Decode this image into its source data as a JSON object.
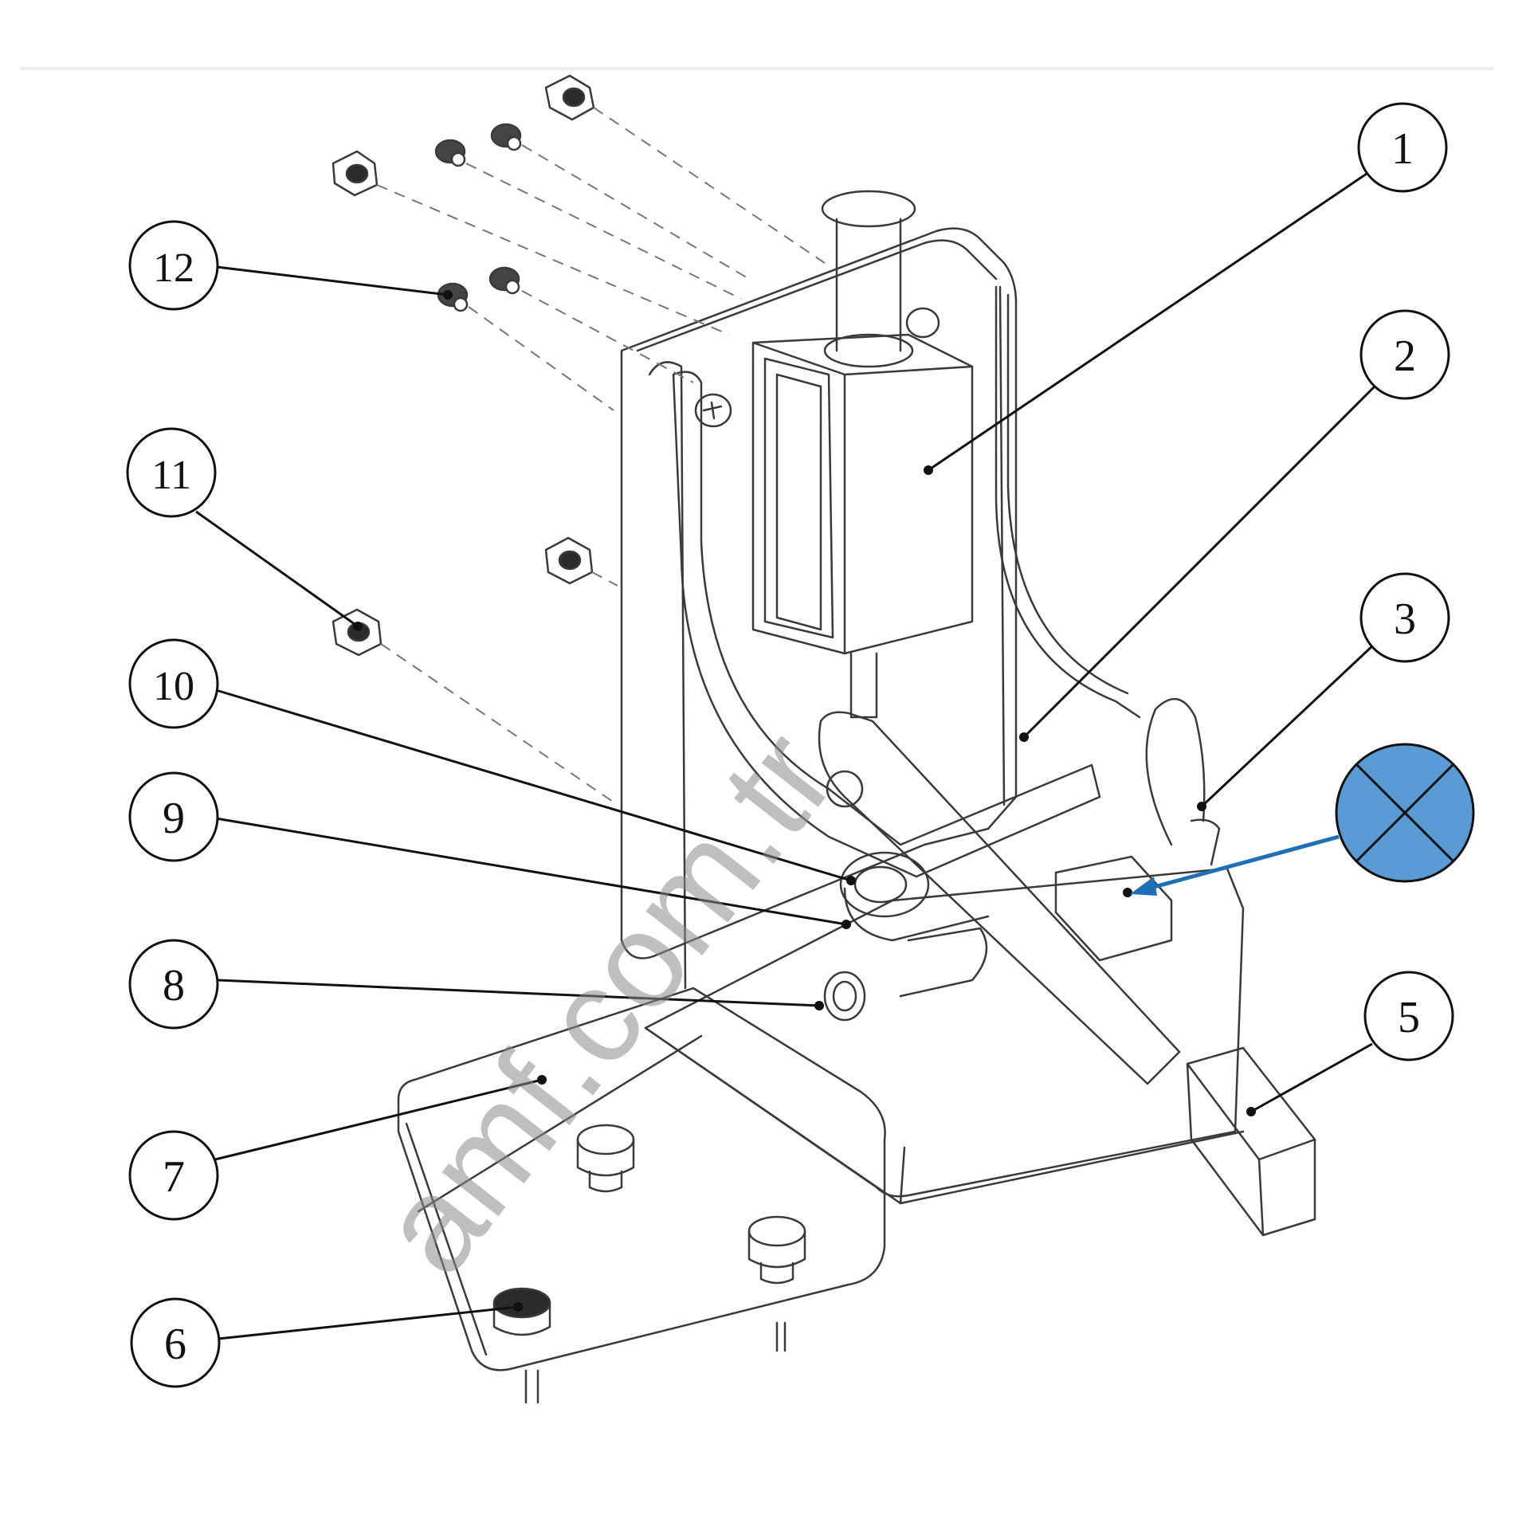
{
  "callouts": [
    {
      "label": "1"
    },
    {
      "label": "2"
    },
    {
      "label": "3"
    },
    {
      "label": "5"
    },
    {
      "label": "6"
    },
    {
      "label": "7"
    },
    {
      "label": "8"
    },
    {
      "label": "9"
    },
    {
      "label": "10"
    },
    {
      "label": "11"
    },
    {
      "label": "12"
    }
  ],
  "watermark": "amf.com.tr",
  "colors": {
    "line": "#222222",
    "marker_fill": "#5b9bd5",
    "marker_arrow": "#1f6fb5",
    "watermark": "#8a8a8a"
  }
}
